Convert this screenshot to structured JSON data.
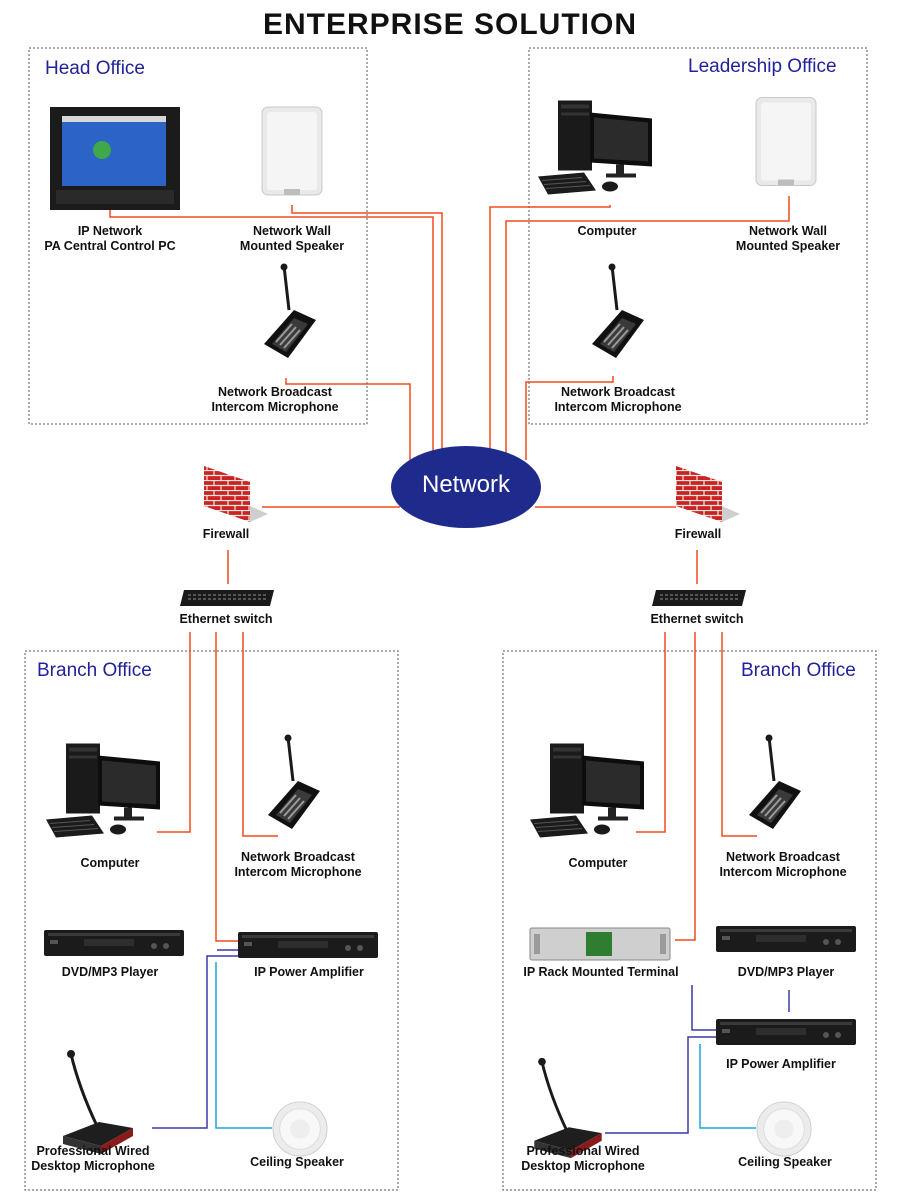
{
  "title": "ENTERPRISE SOLUTION",
  "network": "Network",
  "colors": {
    "link": "#f04a1e",
    "audio_blue": "#3a3aa8",
    "speaker_cyan": "#18a6d8",
    "heading": "#22229a"
  },
  "head_office": {
    "heading": "Head Office",
    "control_pc": [
      "IP Network",
      "PA Central Control PC"
    ],
    "speaker": [
      "Network Wall",
      "Mounted Speaker"
    ],
    "mic": [
      "Network Broadcast",
      "Intercom Microphone"
    ]
  },
  "leadership_office": {
    "heading": "Leadership Office",
    "computer": "Computer",
    "speaker": [
      "Network Wall",
      "Mounted Speaker"
    ],
    "mic": [
      "Network Broadcast",
      "Intercom Microphone"
    ]
  },
  "left_chain": {
    "firewall": "Firewall",
    "switch": "Ethernet switch"
  },
  "right_chain": {
    "firewall": "Firewall",
    "switch": "Ethernet switch"
  },
  "branch_left": {
    "heading": "Branch Office",
    "computer": "Computer",
    "mic": [
      "Network Broadcast",
      "Intercom Microphone"
    ],
    "dvd": "DVD/MP3 Player",
    "amp": "IP Power Amplifier",
    "desk_mic": [
      "Professional Wired",
      "Desktop Microphone"
    ],
    "ceiling": "Ceiling Speaker"
  },
  "branch_right": {
    "heading": "Branch Office",
    "computer": "Computer",
    "mic": [
      "Network Broadcast",
      "Intercom Microphone"
    ],
    "terminal": "IP Rack Mounted Terminal",
    "dvd": "DVD/MP3 Player",
    "amp": "IP Power Amplifier",
    "desk_mic": [
      "Professional Wired",
      "Desktop Microphone"
    ],
    "ceiling": "Ceiling Speaker"
  }
}
